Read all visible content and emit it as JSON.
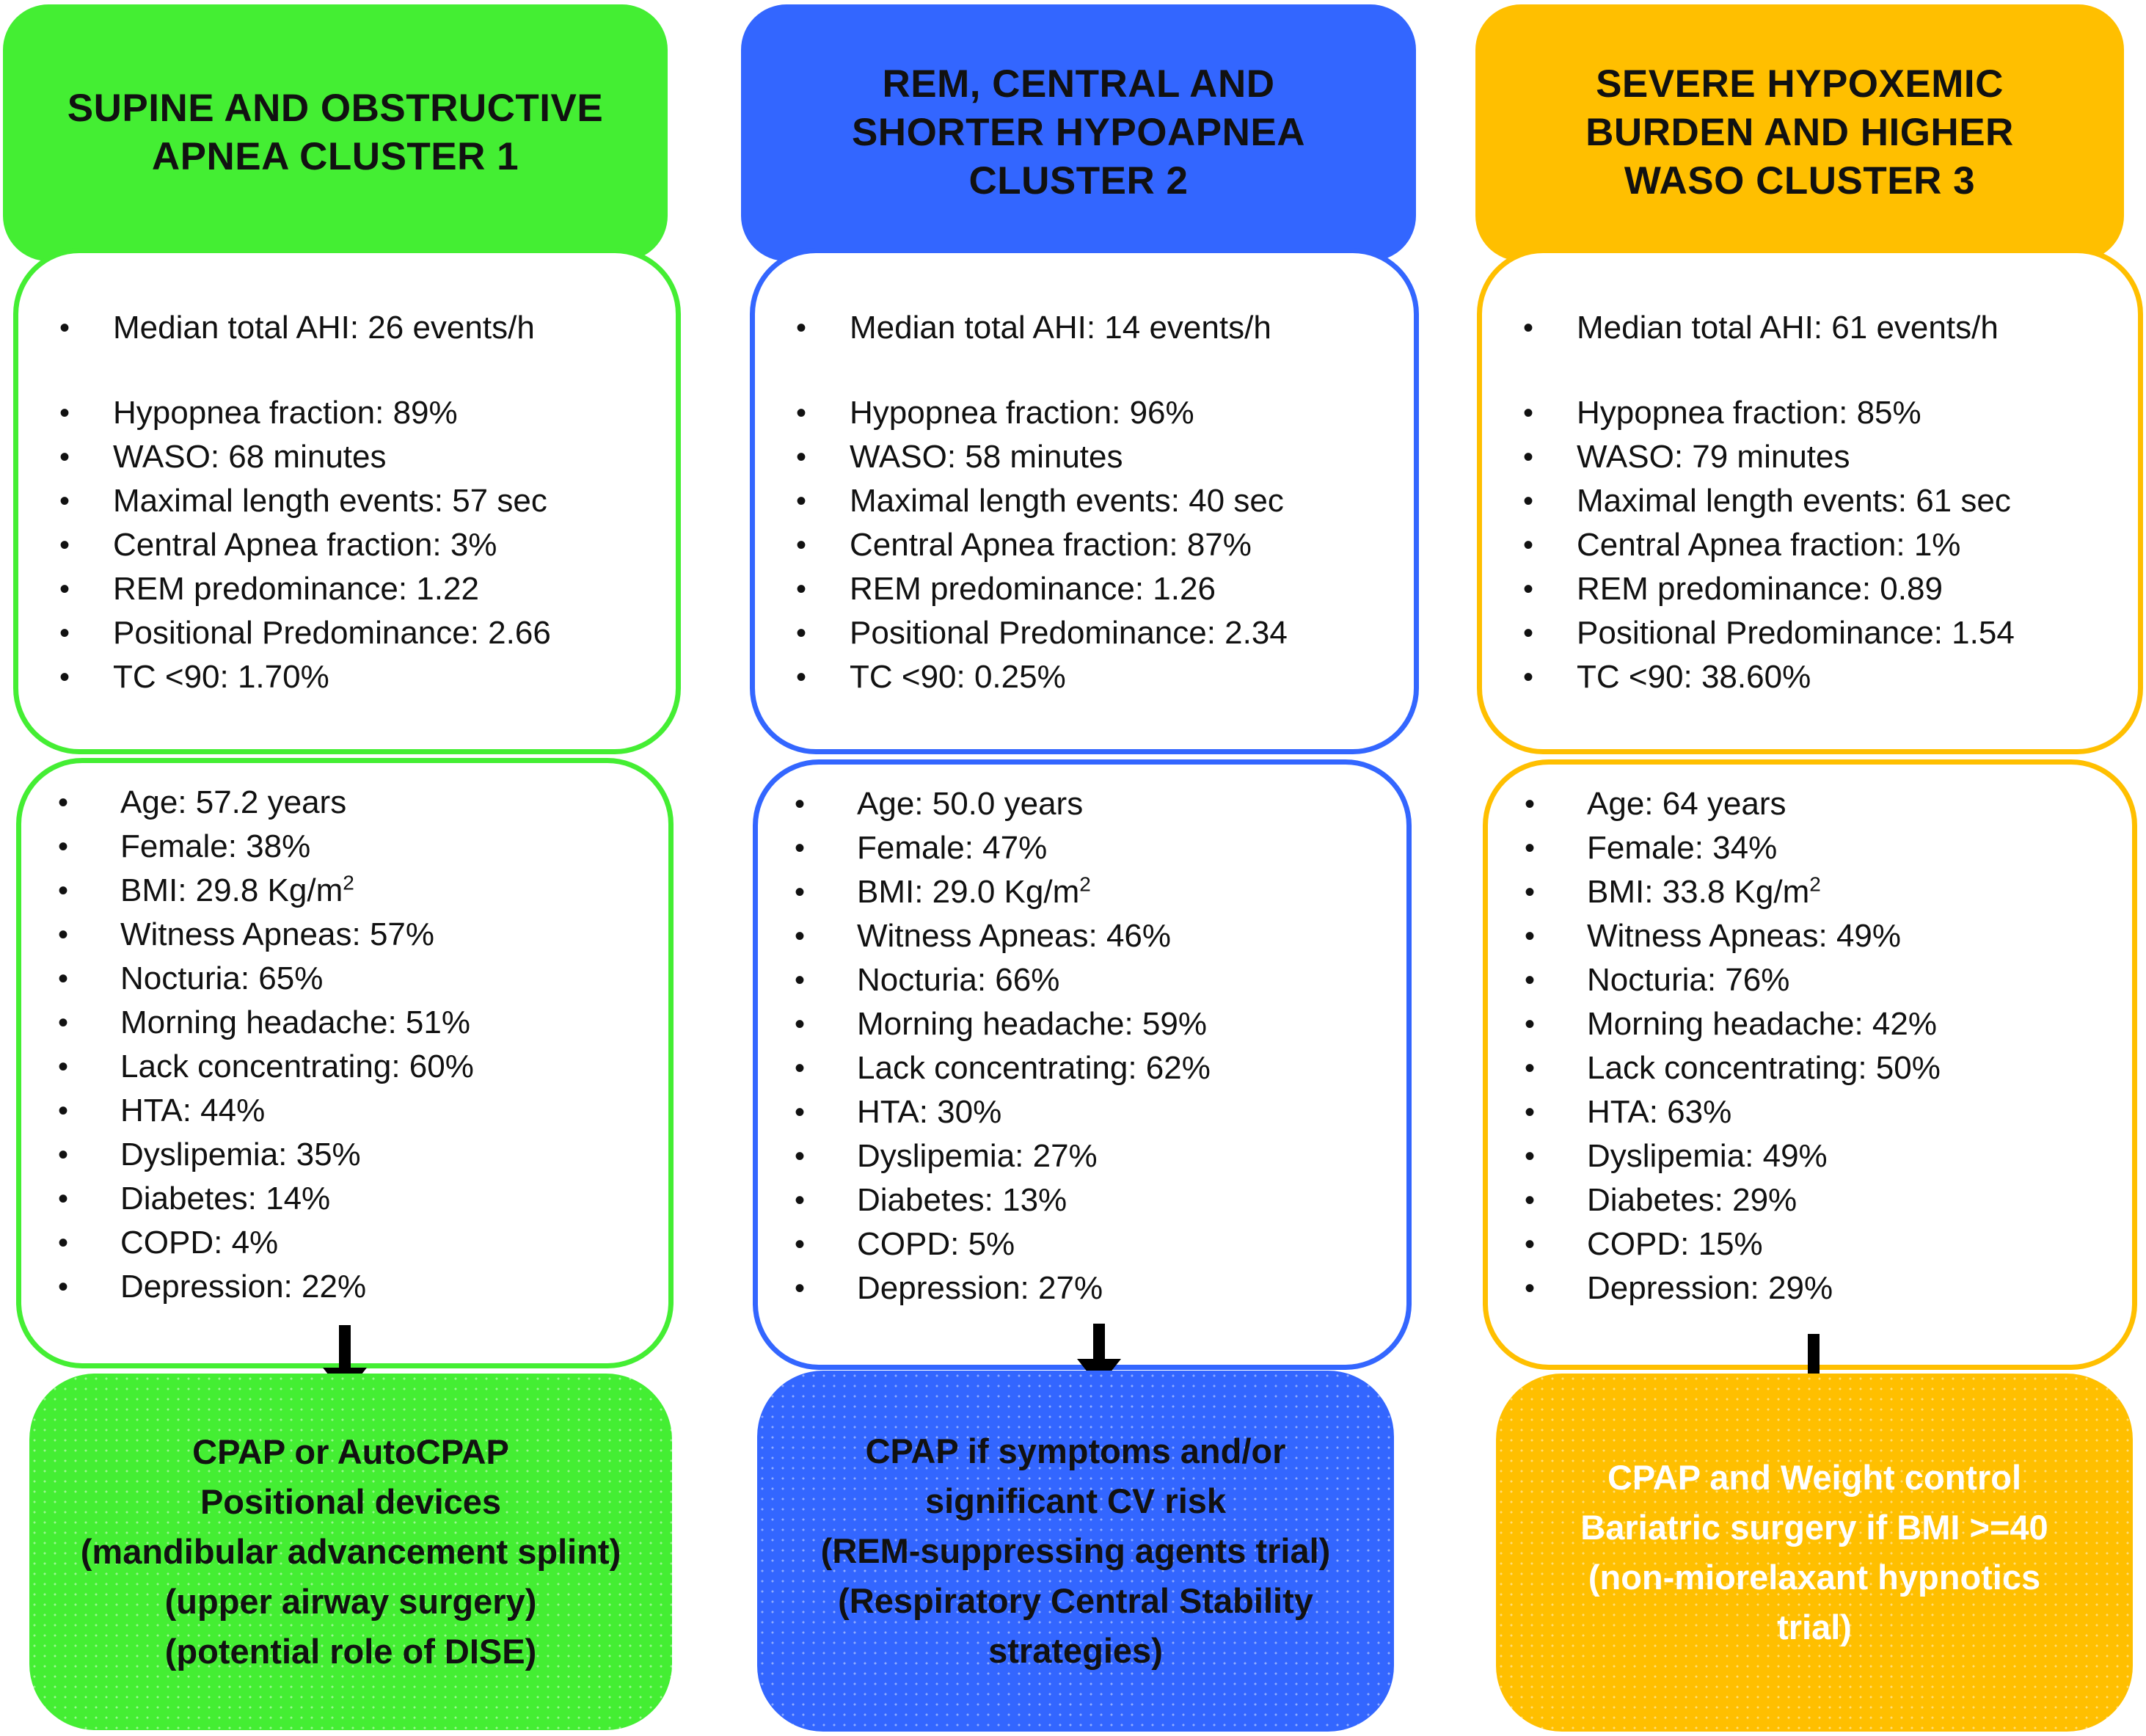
{
  "clusters": [
    {
      "title_lines": [
        "SUPINE AND OBSTRUCTIVE",
        "APNEA CLUSTER 1"
      ],
      "color": "#44ee33",
      "metrics": [
        "Median total AHI: 26 events/h",
        "Hypopnea fraction: 89%",
        "WASO: 68 minutes",
        "Maximal length events: 57 sec",
        "Central Apnea fraction: 3%",
        "REM predominance: 1.22",
        "Positional Predominance: 2.66",
        "TC <90: 1.70%"
      ],
      "demographics": [
        "Age: 57.2 years",
        "Female: 38%",
        "BMI: 29.8 Kg/m",
        "Witness Apneas: 57%",
        "Nocturia: 65%",
        "Morning headache: 51%",
        "Lack concentrating: 60%",
        "HTA: 44%",
        "Dyslipemia: 35%",
        "Diabetes: 14%",
        "COPD: 4%",
        "Depression: 22%"
      ],
      "superscript": "2",
      "treatment_lines": [
        "CPAP or AutoCPAP",
        "Positional devices",
        "(mandibular advancement splint)",
        "(upper airway surgery)",
        "(potential role of DISE)"
      ],
      "treatment_text_color": "#111111"
    },
    {
      "title_lines": [
        "REM, CENTRAL AND",
        "SHORTER HYPOAPNEA",
        "CLUSTER 2"
      ],
      "color": "#3366ff",
      "metrics": [
        "Median total AHI: 14 events/h",
        "Hypopnea fraction: 96%",
        "WASO: 58 minutes",
        "Maximal length events: 40 sec",
        "Central Apnea fraction: 87%",
        "REM predominance: 1.26",
        "Positional Predominance: 2.34",
        "TC <90: 0.25%"
      ],
      "demographics": [
        "Age: 50.0 years",
        "Female: 47%",
        "BMI: 29.0 Kg/m",
        "Witness Apneas: 46%",
        "Nocturia: 66%",
        "Morning headache: 59%",
        "Lack concentrating: 62%",
        "HTA: 30%",
        "Dyslipemia: 27%",
        "Diabetes: 13%",
        "COPD: 5%",
        "Depression: 27%"
      ],
      "superscript": "2",
      "treatment_lines": [
        "CPAP if symptoms and/or",
        "significant CV risk",
        "(REM-suppressing agents trial)",
        "(Respiratory Central Stability",
        "strategies)"
      ],
      "treatment_text_color": "#111111"
    },
    {
      "title_lines": [
        "SEVERE HYPOXEMIC",
        "BURDEN AND HIGHER",
        "WASO CLUSTER 3"
      ],
      "color": "#ffbf00",
      "metrics": [
        "Median total AHI: 61 events/h",
        "Hypopnea fraction: 85%",
        "WASO: 79 minutes",
        "Maximal length events: 61 sec",
        "Central Apnea fraction: 1%",
        "REM predominance: 0.89",
        "Positional Predominance: 1.54",
        "TC <90: 38.60%"
      ],
      "demographics": [
        "Age: 64 years",
        "Female: 34%",
        "BMI: 33.8 Kg/m",
        "Witness Apneas: 49%",
        "Nocturia: 76%",
        "Morning headache: 42%",
        "Lack concentrating: 50%",
        "HTA: 63%",
        "Dyslipemia: 49%",
        "Diabetes: 29%",
        "COPD: 15%",
        "Depression: 29%"
      ],
      "superscript": "2",
      "treatment_lines": [
        "CPAP and Weight control",
        "Bariatric surgery if BMI >=40",
        "(non-miorelaxant hypnotics",
        "trial)"
      ],
      "treatment_text_color": "#ffffff"
    }
  ]
}
